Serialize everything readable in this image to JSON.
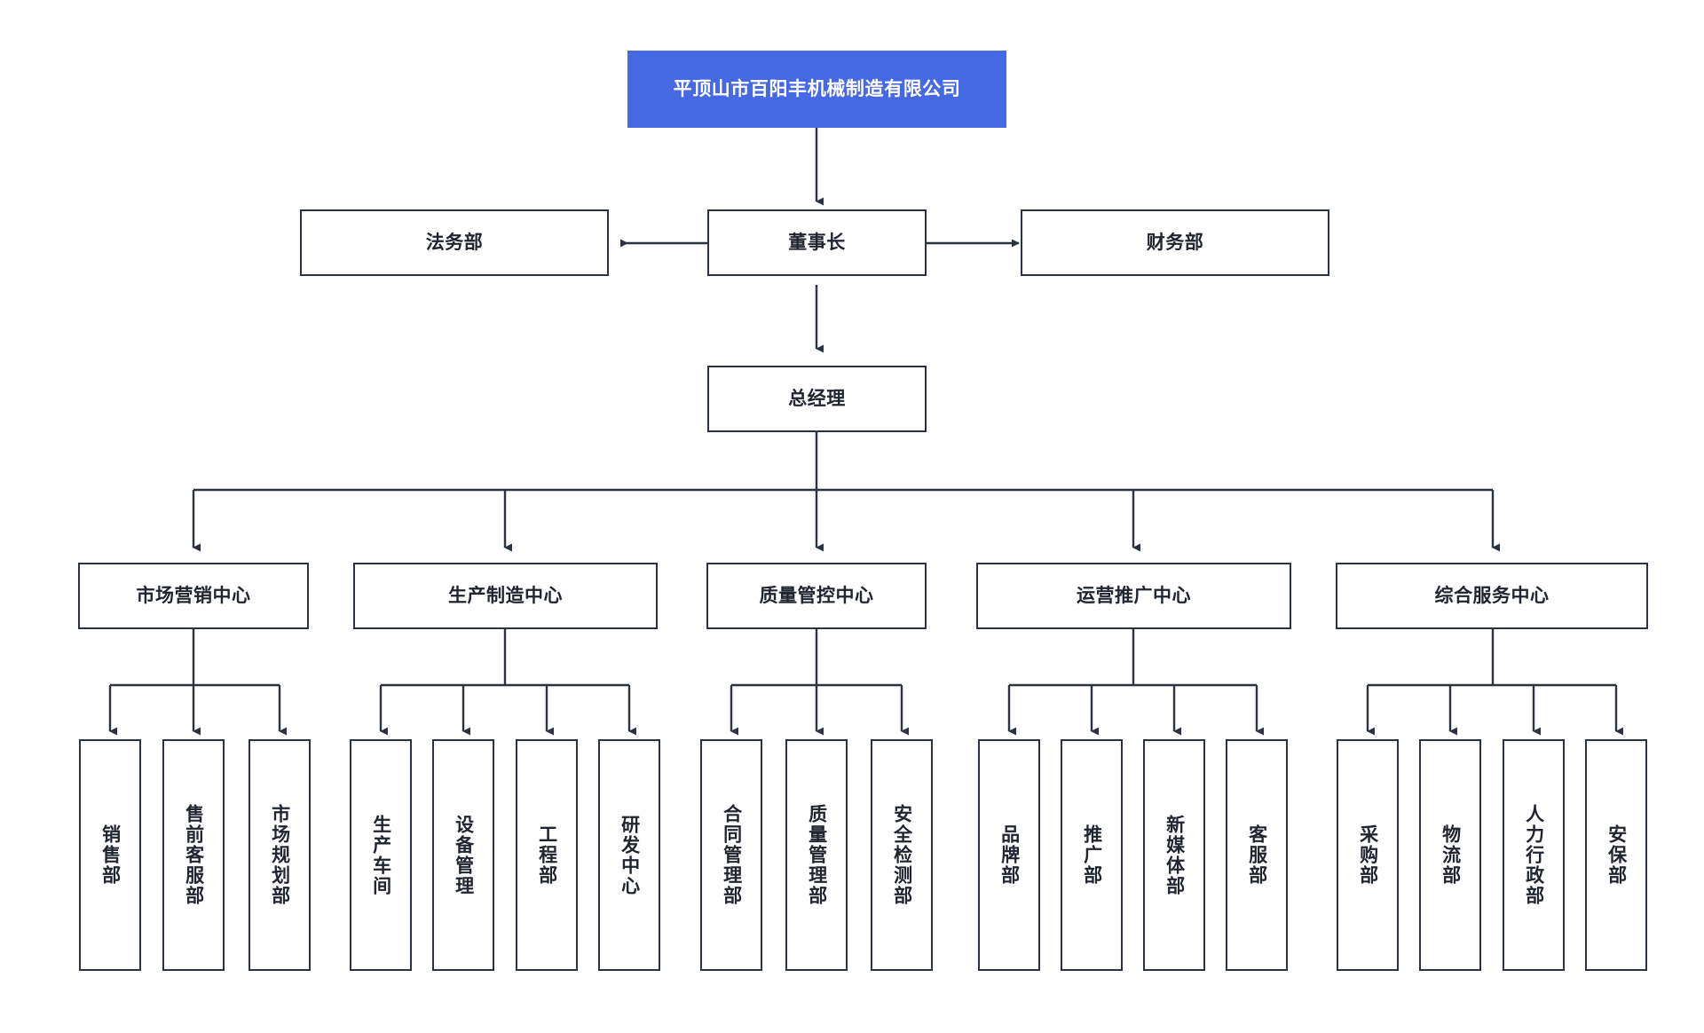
{
  "chart": {
    "title": "平顶山市百阳丰机械制造有限公司",
    "type": "org-chart",
    "accent_color": "#4668e2",
    "border_color": "#2b3240",
    "text_color": "#20252f",
    "background_color": "#ffffff"
  },
  "root": {
    "label": "平顶山市百阳丰机械制造有限公司"
  },
  "executive": {
    "chairman": "董事长",
    "legal": "法务部",
    "finance": "财务部",
    "general_manager": "总经理"
  },
  "centers": [
    {
      "label": "市场营销中心",
      "departments": [
        "销售部",
        "售前客服部",
        "市场规划部"
      ]
    },
    {
      "label": "生产制造中心",
      "departments": [
        "生产车间",
        "设备管理",
        "工程部",
        "研发中心"
      ]
    },
    {
      "label": "质量管控中心",
      "departments": [
        "合同管理部",
        "质量管理部",
        "安全检测部"
      ]
    },
    {
      "label": "运营推广中心",
      "departments": [
        "品牌部",
        "推广部",
        "新媒体部",
        "客服部"
      ]
    },
    {
      "label": "综合服务中心",
      "departments": [
        "采购部",
        "物流部",
        "人力行政部",
        "安保部"
      ]
    }
  ]
}
